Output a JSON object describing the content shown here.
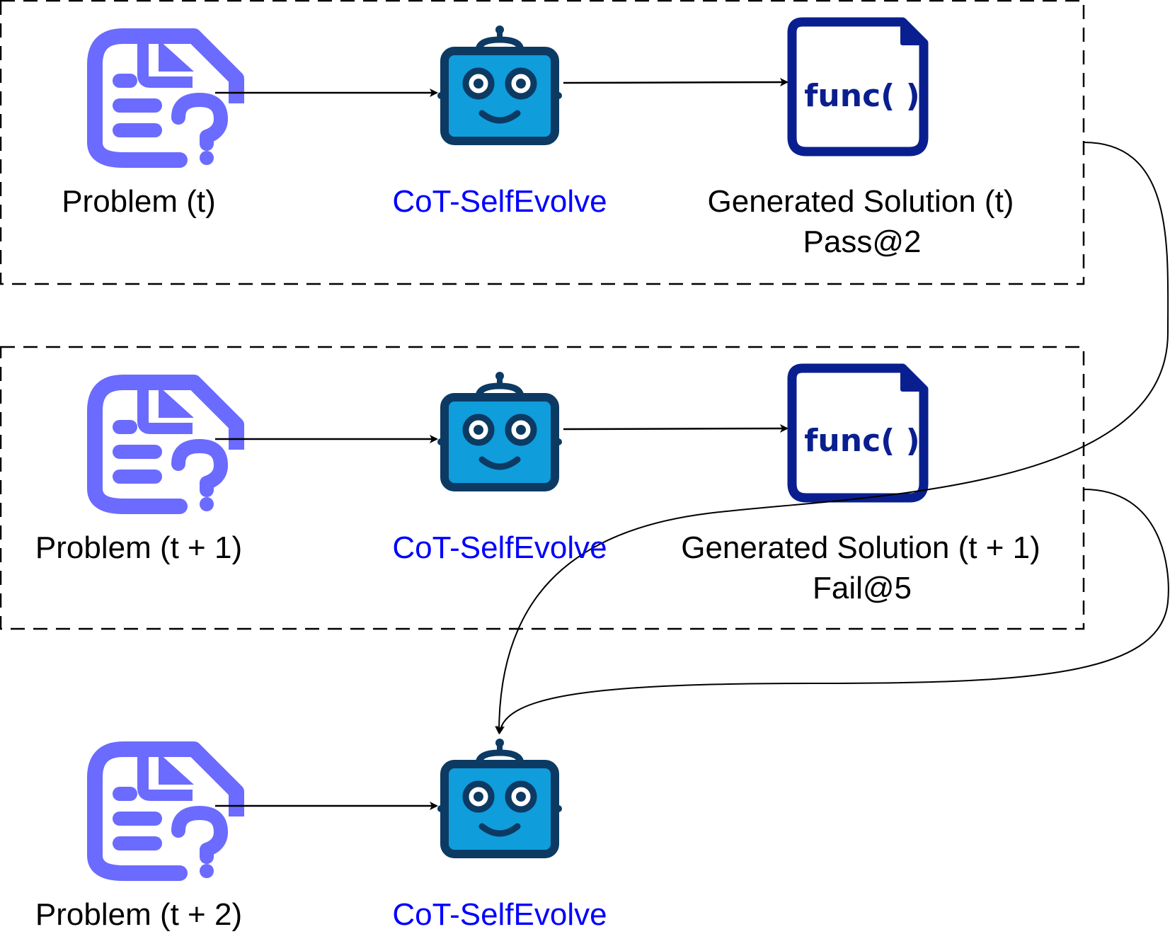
{
  "rows": [
    {
      "problem_label": "Problem (t)",
      "model_label": "CoT-SelfEvolve",
      "solution_label": "Generated Solution (t)",
      "solution_result": "Pass@2",
      "solution_icon_text": "func( )"
    },
    {
      "problem_label": "Problem (t + 1)",
      "model_label": "CoT-SelfEvolve",
      "solution_label": "Generated Solution (t + 1)",
      "solution_result": "Fail@5",
      "solution_icon_text": "func( )"
    },
    {
      "problem_label": "Problem (t + 2)",
      "model_label": "CoT-SelfEvolve"
    }
  ],
  "colors": {
    "problem_icon": "#6b6bff",
    "robot_fill": "#0f9ddc",
    "robot_outline": "#0c3a63",
    "file_icon": "#0a1f8f",
    "model_label": "#0000ff",
    "text": "#000000",
    "arrow": "#000000"
  },
  "icons": {
    "problem": "document-question-icon",
    "model": "robot-icon",
    "solution": "code-file-icon"
  }
}
